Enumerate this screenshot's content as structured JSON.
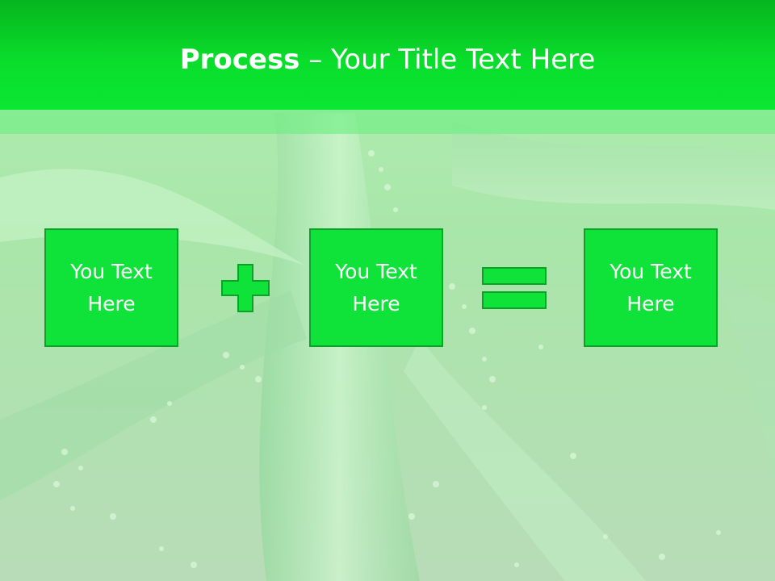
{
  "slide": {
    "title_bold": "Process",
    "title_rest": " – Your Title Text Here",
    "boxes": [
      {
        "text": "You Text Here"
      },
      {
        "text": "You Text Here"
      },
      {
        "text": "You Text Here"
      }
    ],
    "operators": [
      "plus-icon",
      "equals-icon"
    ]
  },
  "colors": {
    "title_bar": "#0add2c",
    "box_fill": "#0fe33a",
    "box_border": "#0aa327",
    "background": "#b2efb2"
  }
}
